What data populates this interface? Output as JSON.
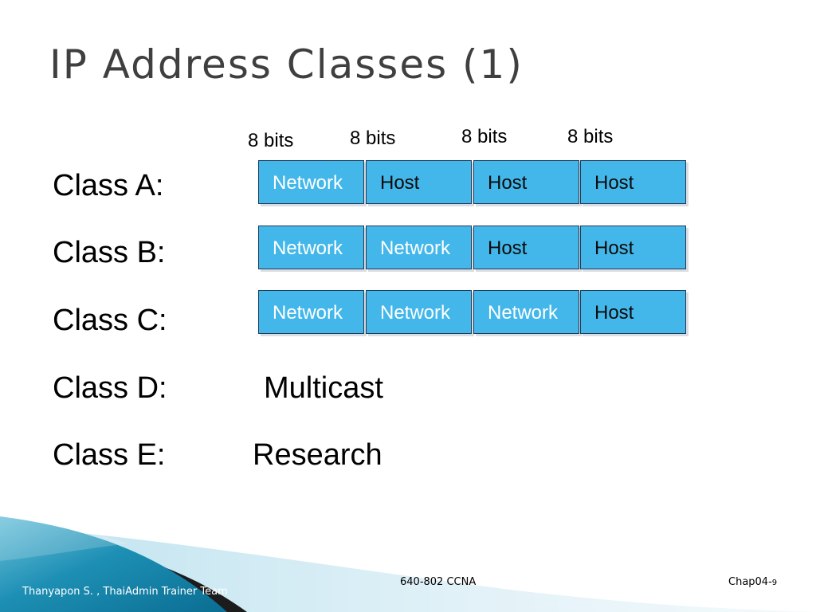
{
  "slide": {
    "title": "IP Address Classes (1)",
    "bits_labels": [
      "8 bits",
      "8 bits",
      "8 bits",
      "8 bits"
    ],
    "classes": [
      {
        "label": "Class A:",
        "octets": [
          "Network",
          "Host",
          "Host",
          "Host"
        ]
      },
      {
        "label": "Class B:",
        "octets": [
          "Network",
          "Network",
          "Host",
          "Host"
        ]
      },
      {
        "label": "Class C:",
        "octets": [
          "Network",
          "Network",
          "Network",
          "Host"
        ]
      },
      {
        "label": "Class D:",
        "text": "Multicast"
      },
      {
        "label": "Class E:",
        "text": "Research"
      }
    ]
  },
  "footer": {
    "left": "Thanyapon S. , ThaiAdmin Trainer Team",
    "center": "640-802 CCNA",
    "chapter": "Chap04-",
    "page_number": "9"
  },
  "colors": {
    "network_fill": "#44b7ea",
    "network_text": "#ffffff",
    "host_text": "#0a0a0a",
    "box_border": "#1f3b57",
    "title": "#3f3f3f"
  }
}
